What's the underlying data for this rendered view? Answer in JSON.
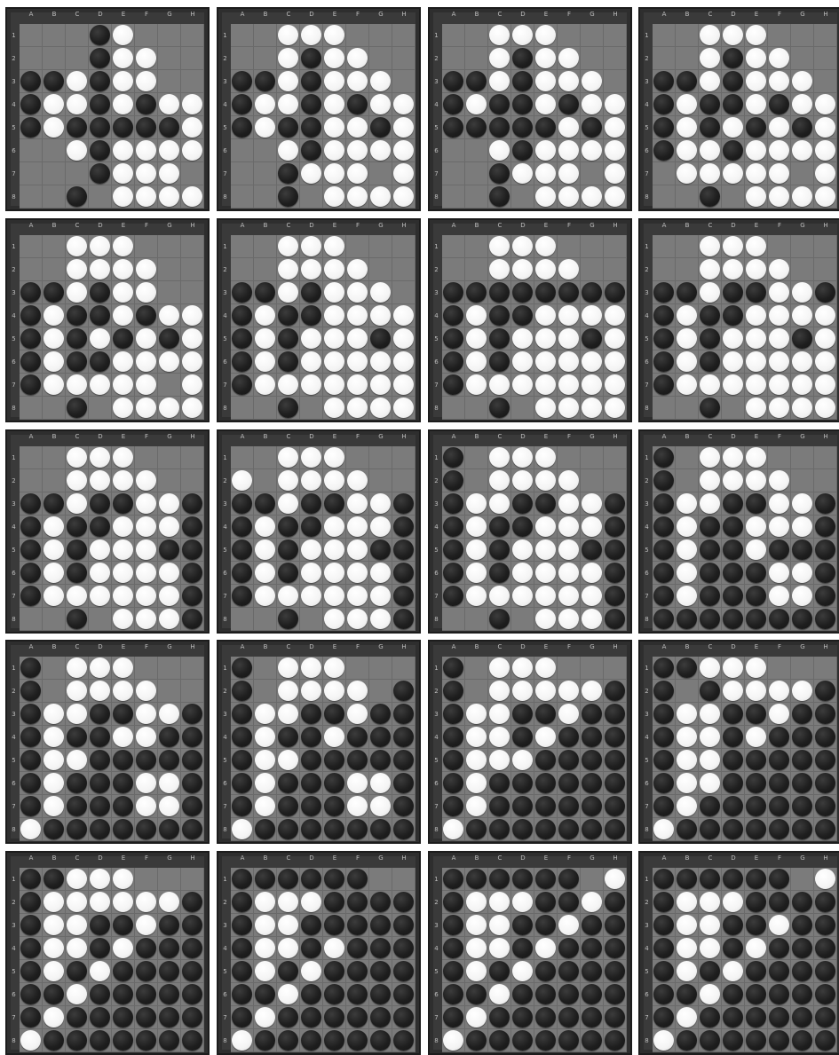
{
  "column_labels": [
    "A",
    "B",
    "C",
    "D",
    "E",
    "F",
    "G",
    "H"
  ],
  "row_labels": [
    "1",
    "2",
    "3",
    "4",
    "5",
    "6",
    "7",
    "8"
  ],
  "legend": {
    "B": "black",
    "W": "white",
    ".": "empty"
  },
  "colors": {
    "board": "#7b7b7b",
    "frame": "#2e2e2e",
    "black_disc": "#1e1e1e",
    "white_disc": "#f4f4f4"
  },
  "boards": [
    [
      "...BW...",
      "...BWW..",
      "BBWBWW..",
      "BWWBWBWW",
      "BWBBBBBW",
      "..WBWWWW",
      "...BWWW.",
      "..B.WWWW"
    ],
    [
      "..WWW...",
      "..WBWW..",
      "BBWBWWW.",
      "BWWBWBWW",
      "BWBBWWBW",
      "..WBWWWW",
      "..BWWW.W",
      "..B.WWWW"
    ],
    [
      "..WWW...",
      "..WBWW..",
      "BBWBWWW.",
      "BWBBWBWW",
      "BBBBBWBW",
      "..WBWWWW",
      "..BWWW.W",
      "..B.WWWW"
    ],
    [
      "..WWW...",
      "..WBWW..",
      "BBWBWWW.",
      "BWBBWBWW",
      "BWBWBWBW",
      "BWWBWWWW",
      ".WWWWW.W",
      "..B.WWWW"
    ],
    [
      "..WWW...",
      "..WWWW..",
      "BBWBWW..",
      "BWBBWBWW",
      "BWBWBWBW",
      "BWBBWWWW",
      "BWWWWW.W",
      "..B.WWWW"
    ],
    [
      "..WWW...",
      "..WWWW..",
      "BBWBWWW.",
      "BWBBWWWW",
      "BWBWWWBW",
      "BWBWWWWW",
      "BWWWWWWW",
      "..B.WWWW"
    ],
    [
      "..WWW...",
      "..WWWW..",
      "BBBBBBBB",
      "BWBBWWWW",
      "BWBWWWBW",
      "BWBWWWWW",
      "BWWWWWWW",
      "..B.WWWW"
    ],
    [
      "..WWW...",
      "..WWWW..",
      "BBWBBWWB",
      "BWBBWWWW",
      "BWBWWWBW",
      "BWBWWWWW",
      "BWWWWWWW",
      "..B.WWWW"
    ],
    [
      "..WWW...",
      "..WWWW..",
      "BBWBBWWB",
      "BWBBWWWB",
      "BWBWWWBB",
      "BWBWWWWB",
      "BWWWWWWB",
      "..B.WWWB"
    ],
    [
      "..WWW...",
      "W.WWWW..",
      "BBWBBWWB",
      "BWBBWWWB",
      "BWBWWWBB",
      "BWBWWWWB",
      "BWWWWWWB",
      "..B.WWWB"
    ],
    [
      "B.WWW...",
      "B.WWWW..",
      "BWWBBWWB",
      "BWBBWWWB",
      "BWBWWWBB",
      "BWBWWWWB",
      "BWWWWWWB",
      "..B.WWWB"
    ],
    [
      "B.WWW...",
      "B.WWWW..",
      "BWWBBWWB",
      "BWBBWWWB",
      "BWBBWBBB",
      "BWBBBWWB",
      "BWBBBWWB",
      "BBBBBBBB"
    ],
    [
      "B.WWW...",
      "B.WWWW..",
      "BWWBBWWB",
      "BWBBWWBB",
      "BWWBBBBB",
      "BWBBBWWB",
      "BWBBBWWB",
      "WBBBBBBB"
    ],
    [
      "B.WWW...",
      "B.WWWW.B",
      "BWWBBWBB",
      "BWBBWBBB",
      "BWWBBBBB",
      "BWBBBWWB",
      "BWBBBWWB",
      "WBBBBBBB"
    ],
    [
      "B.WWW...",
      "B.WWWWWB",
      "BWWBBWBB",
      "BWWBWBBB",
      "BWWWBBBB",
      "BWBBBBBB",
      "BWBBBBBB",
      "WBBBBBBB"
    ],
    [
      "BBWWW...",
      "B.BWWWWB",
      "BWWBBWBB",
      "BWWBWBBB",
      "BWWBBBBB",
      "BWWBBBBB",
      "BWBBBBBB",
      "WBBBBBBB"
    ],
    [
      "BBWWW...",
      "BWWWWWWB",
      "BWWBBWBB",
      "BWWBWBBB",
      "BWBWBBBB",
      "BBWBBBBB",
      "BWBBBBBB",
      "WBBBBBBB"
    ],
    [
      "BBBBBB..",
      "BWWWBBBB",
      "BWWBBBBB",
      "BWWBWBBB",
      "BWBWBBBB",
      "BBWBBBBB",
      "BWBBBBBB",
      "WBBBBBBB"
    ],
    [
      "BBBBBB.W",
      "BWWWBBWB",
      "BWWBBWBB",
      "BWWBWBBB",
      "BWBWBBBB",
      "BBWBBBBB",
      "BWBBBBBB",
      "WBBBBBBB"
    ],
    [
      "BBBBBB.W",
      "BWWWBBBB",
      "BWWBBWBB",
      "BWWBWBBB",
      "BWBWBBBB",
      "BBWBBBBB",
      "BWBBBBBB",
      "WBBBBBBB"
    ]
  ]
}
